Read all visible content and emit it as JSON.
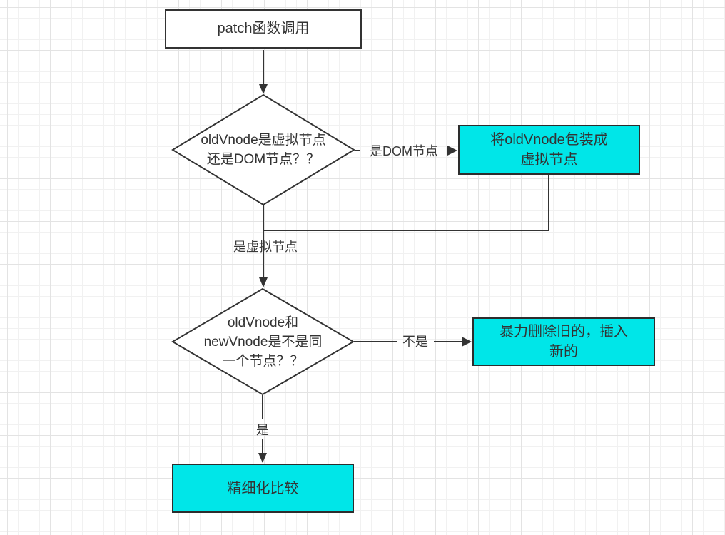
{
  "colors": {
    "line": "#333333",
    "highlight_fill": "#00e6e8",
    "process_fill": "#ffffff",
    "grid_minor": "#f1f1f1",
    "grid_major": "#e3e3e3"
  },
  "nodes": {
    "start": {
      "lines": [
        "patch函数调用"
      ]
    },
    "decision1": {
      "lines": [
        "oldVnode是虚拟节点",
        "还是DOM节点？？"
      ]
    },
    "wrap": {
      "lines": [
        "将oldVnode包装成",
        "虚拟节点"
      ]
    },
    "decision2": {
      "lines": [
        "oldVnode和",
        "newVnode是不是同",
        "一个节点？？"
      ]
    },
    "replace": {
      "lines": [
        "暴力删除旧的，插入",
        "新的"
      ]
    },
    "compare": {
      "lines": [
        "精细化比较"
      ]
    }
  },
  "edge_labels": {
    "is_dom": "是DOM节点",
    "is_vnode": "是虚拟节点",
    "not_same": "不是",
    "same": "是"
  }
}
